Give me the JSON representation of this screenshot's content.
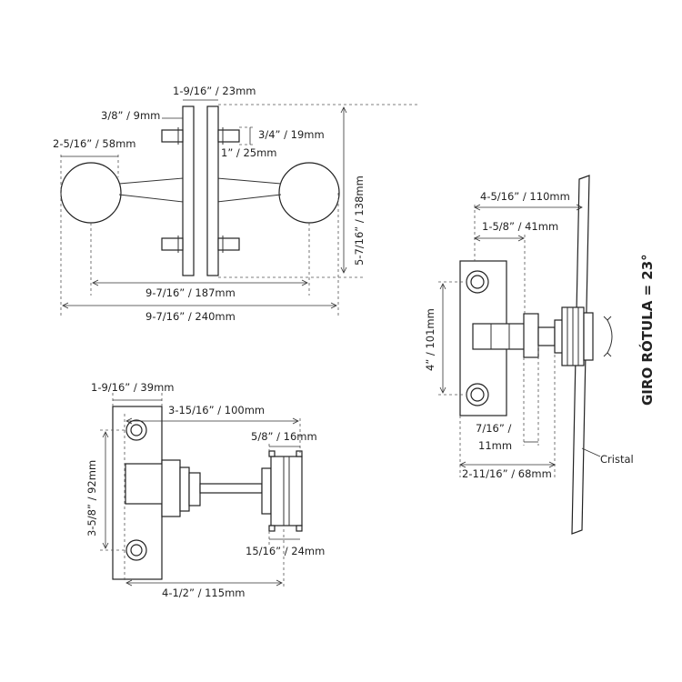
{
  "view_front": {
    "dim_bar_width": "1-9/16” / 23mm",
    "dim_bar_offset": "3/8” / 9mm",
    "dim_knob_dia": "2-5/16” / 58mm",
    "dim_pin_len": "3/4” / 19mm",
    "dim_pin_offset": "1” / 25mm",
    "dim_height": "5-7/16” / 138mm",
    "dim_centers": "9-7/16” / 187mm",
    "dim_overall": "9-7/16” / 240mm"
  },
  "view_top": {
    "dim_plate_width": "1-9/16” / 39mm",
    "dim_depth": "3-15/16” / 100mm",
    "dim_height": "3-5/8” / 92mm",
    "dim_glass_gap": "5/8” / 16mm",
    "dim_clamp": "15/16” / 24mm",
    "dim_total": "4-1/2” / 115mm"
  },
  "view_side": {
    "dim_reach": "4-5/16” / 110mm",
    "dim_plate": "1-5/8” / 41mm",
    "dim_height": "4” / 101mm",
    "dim_gap_a": "7/16” /",
    "dim_gap_b": "11mm",
    "dim_total": "2-11/16” / 68mm",
    "rotation_label": "GIRO RÓTULA = 23°",
    "glass_label": "Cristal"
  }
}
